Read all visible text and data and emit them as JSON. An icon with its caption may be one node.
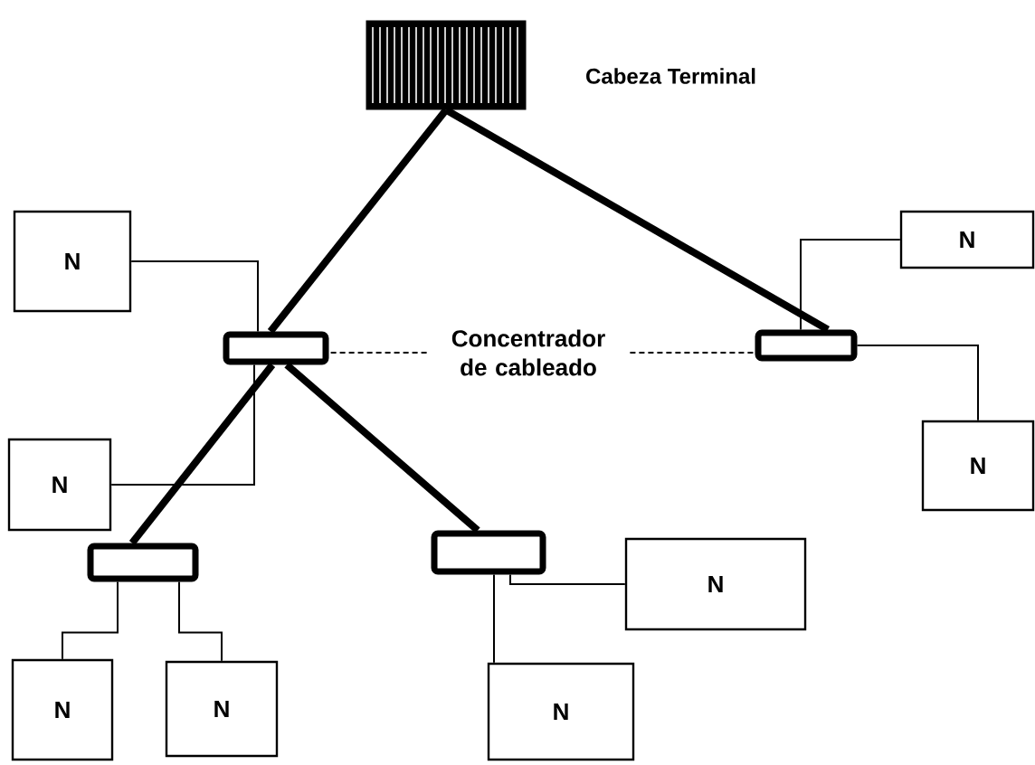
{
  "diagram": {
    "nodes": [
      {
        "text": [],
        "shape": "box",
        "beside": [
          "Cabeza Terminal"
        ]
      },
      {
        "text": [],
        "shape": "box"
      },
      {
        "text": [],
        "shape": "box"
      },
      {
        "text": [],
        "shape": "box"
      },
      {
        "text": [],
        "shape": "box"
      },
      {
        "text": [
          "N"
        ]
      },
      {
        "text": [
          "N"
        ]
      },
      {
        "text": [
          "N"
        ]
      },
      {
        "text": [
          "N"
        ]
      },
      {
        "text": [
          "N"
        ]
      },
      {
        "text": [
          "N"
        ]
      },
      {
        "text": [
          "N"
        ]
      },
      {
        "text": [
          "N"
        ]
      },
      {
        "text": [
          "Concentrador de cableado"
        ]
      }
    ],
    "edges": [
      {
        "from": 0,
        "to": 1,
        "arrow": "none",
        "style": "thick"
      },
      {
        "from": 0,
        "to": 2,
        "arrow": "none",
        "style": "thick"
      },
      {
        "from": 1,
        "to": 3,
        "arrow": "none",
        "style": "thick"
      },
      {
        "from": 1,
        "to": 4,
        "arrow": "none",
        "style": "thick"
      },
      {
        "from": 1,
        "to": 5,
        "arrow": "none"
      },
      {
        "from": 1,
        "to": 8,
        "arrow": "none"
      },
      {
        "from": 2,
        "to": 6,
        "arrow": "none"
      },
      {
        "from": 2,
        "to": 7,
        "arrow": "none"
      },
      {
        "from": 3,
        "to": 9,
        "arrow": "none"
      },
      {
        "from": 3,
        "to": 10,
        "arrow": "none"
      },
      {
        "from": 4,
        "to": 11,
        "arrow": "none"
      },
      {
        "from": 4,
        "to": 12,
        "arrow": "none"
      },
      {
        "from": 13,
        "to": 1,
        "arrow": "none",
        "style": "dashed"
      },
      {
        "from": 13,
        "to": 2,
        "arrow": "none",
        "style": "dashed"
      }
    ]
  }
}
